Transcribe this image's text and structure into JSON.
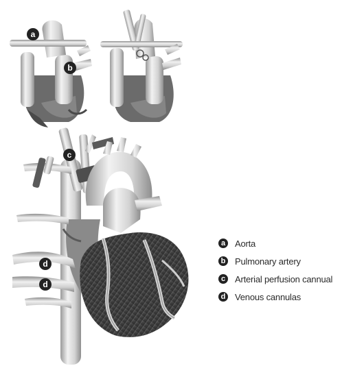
{
  "markers": {
    "a": "a",
    "b": "b",
    "c": "c",
    "d_upper": "d",
    "d_lower": "d"
  },
  "legend": [
    {
      "key": "a",
      "label": "Aorta"
    },
    {
      "key": "b",
      "label": "Pulmonary artery"
    },
    {
      "key": "c",
      "label": "Arterial perfusion cannual"
    },
    {
      "key": "d",
      "label": "Venous cannulas"
    }
  ],
  "colors": {
    "badge": "#222222",
    "vessel_light": "#e9e9e9",
    "vessel_mid": "#bdbdbd",
    "tissue_dark": "#4a4a4a",
    "heart_muscle": "#3c3c3c"
  }
}
